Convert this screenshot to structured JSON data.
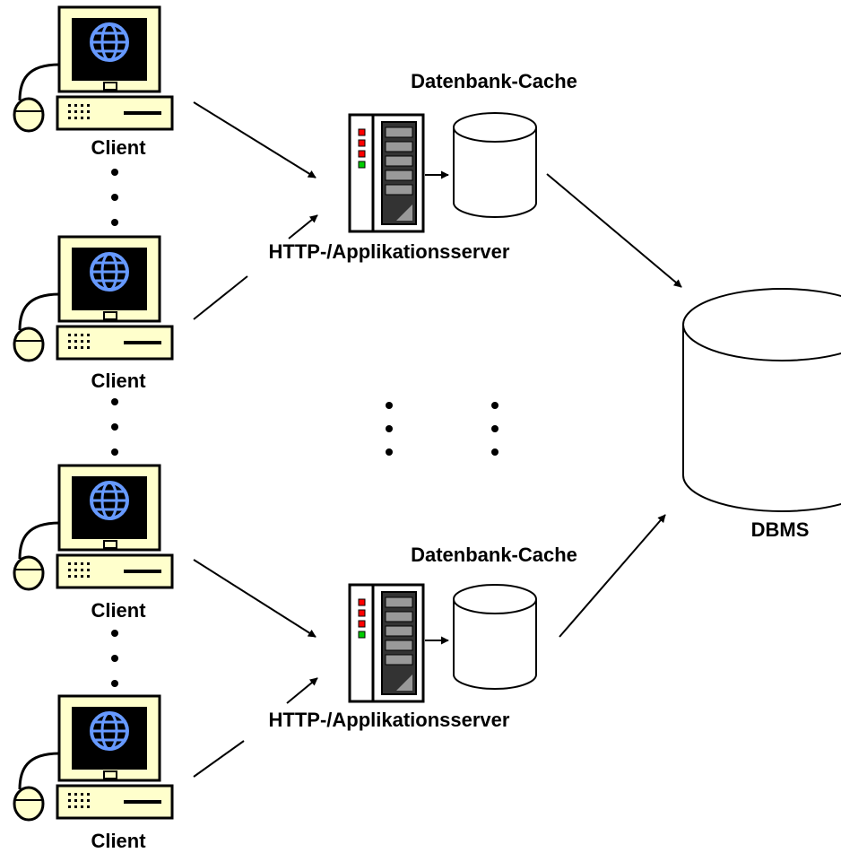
{
  "labels": {
    "client_1": "Client",
    "client_2": "Client",
    "client_3": "Client",
    "client_4": "Client",
    "server_1": "HTTP-/Applikationsserver",
    "server_2": "HTTP-/Applikationsserver",
    "cache_1": "Datenbank-Cache",
    "cache_2": "Datenbank-Cache",
    "dbms": "DBMS"
  },
  "colors": {
    "monitor_body": "#ffffcc",
    "screen": "#000000",
    "globe": "#6699ff",
    "server_dark": "#333333",
    "server_mid": "#999999",
    "led_red": "#ff0000",
    "led_green": "#00cc00"
  },
  "icons": {
    "client": "client-computer-icon",
    "server": "server-tower-icon",
    "cache": "database-cylinder-icon",
    "dbms": "database-cylinder-icon"
  }
}
